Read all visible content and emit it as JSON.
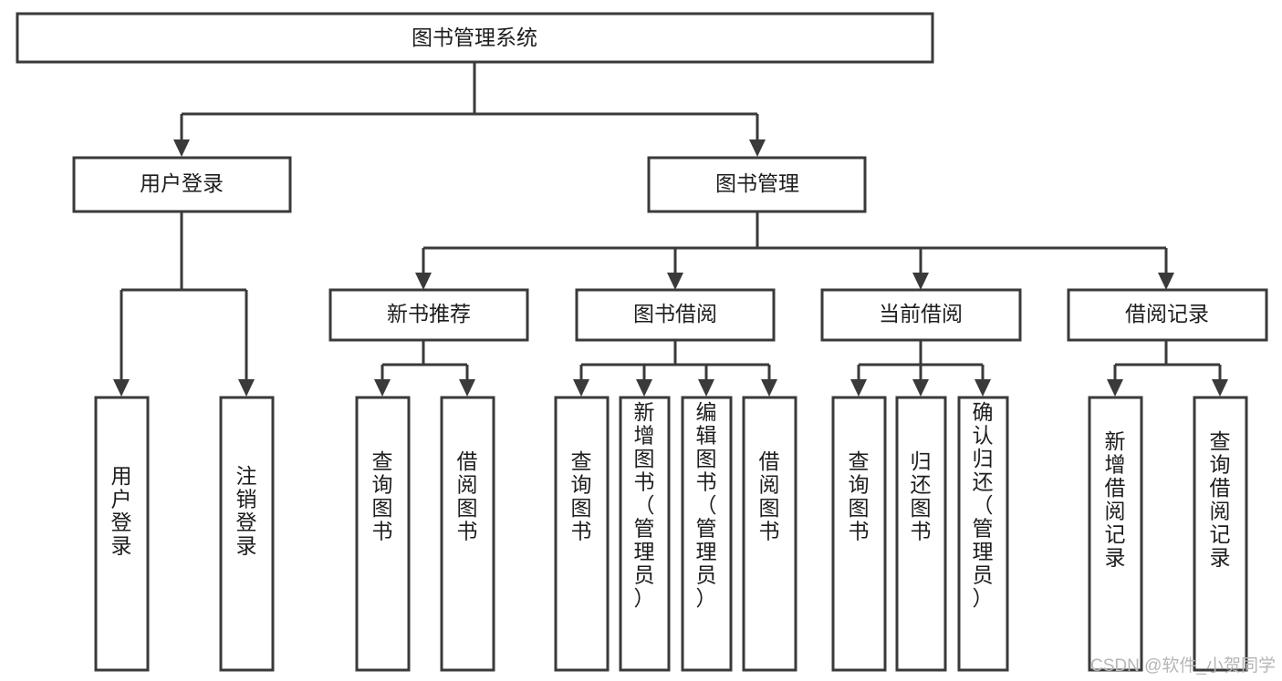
{
  "diagram": {
    "type": "tree-hierarchy-chart",
    "title": "图书管理系统",
    "colors": {
      "background": "#ffffff",
      "box_stroke": "#3a3a3a",
      "box_fill": "#ffffff",
      "connector": "#3a3a3a",
      "text": "#1d1d1d",
      "watermark": "#b6b6b6"
    },
    "levels": {
      "root": {
        "label": "图书管理系统"
      },
      "level2": [
        {
          "label": "用户登录"
        },
        {
          "label": "图书管理"
        }
      ],
      "level3": [
        {
          "label": "新书推荐"
        },
        {
          "label": "图书借阅"
        },
        {
          "label": "当前借阅"
        },
        {
          "label": "借阅记录"
        }
      ],
      "leaves": {
        "user_login": [
          {
            "label": "用户登录"
          },
          {
            "label": "注销登录"
          }
        ],
        "new_book_recommend": [
          {
            "label": "查询图书"
          },
          {
            "label": "借阅图书"
          }
        ],
        "book_borrow": [
          {
            "label": "查询图书"
          },
          {
            "label": "新增图书（管理员）"
          },
          {
            "label": "编辑图书（管理员）"
          },
          {
            "label": "借阅图书"
          }
        ],
        "current_borrow": [
          {
            "label": "查询图书"
          },
          {
            "label": "归还图书"
          },
          {
            "label": "确认归还（管理员）"
          }
        ],
        "borrow_record": [
          {
            "label": "新增借阅记录"
          },
          {
            "label": "查询借阅记录"
          }
        ]
      }
    },
    "watermark": "CSDN @软件_小贺同学"
  }
}
